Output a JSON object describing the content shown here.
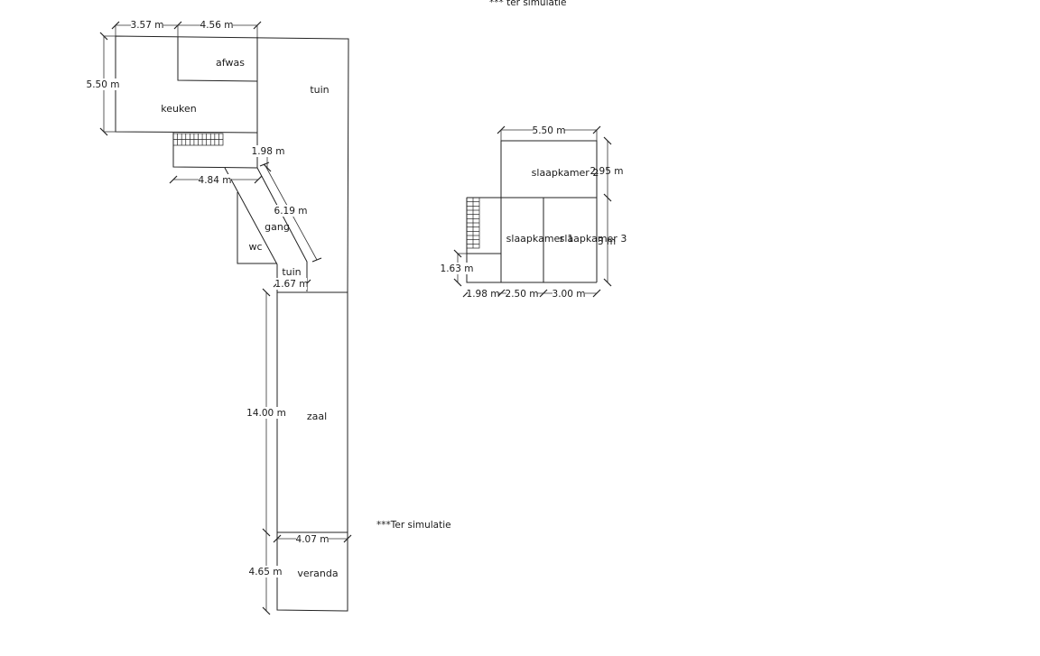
{
  "notes": {
    "top": "*** ter simulatie",
    "bottom": "***Ter simulatie"
  },
  "ground_floor": {
    "rooms": {
      "keuken": "keuken",
      "afwas": "afwas",
      "tuin_main": "tuin",
      "gang": "gang",
      "wc": "wc",
      "tuin_small": "tuin",
      "zaal": "zaal",
      "veranda": "veranda"
    },
    "dimensions": {
      "d1": "3.57 m",
      "d2": "4.56 m",
      "d3": "5.50 m",
      "d4": "1.98 m",
      "d5": "4.84 m",
      "d6": "6.19 m",
      "d7": "1.67 m",
      "d8": "14.00 m",
      "d9": "4.07 m",
      "d10": "4.65 m"
    }
  },
  "first_floor": {
    "rooms": {
      "slaapkamer2": "slaapkamer 2",
      "slaapkamer1": "slaapkamer 1",
      "slaapkamer3": "slaapkamer 3"
    },
    "dimensions": {
      "d1": "5.50 m",
      "d2": "2.95 m",
      "d3": "3 m",
      "d4": "1.63 m",
      "d5": "1.98 m",
      "d6": "2.50 m",
      "d7": "3.00 m"
    }
  }
}
